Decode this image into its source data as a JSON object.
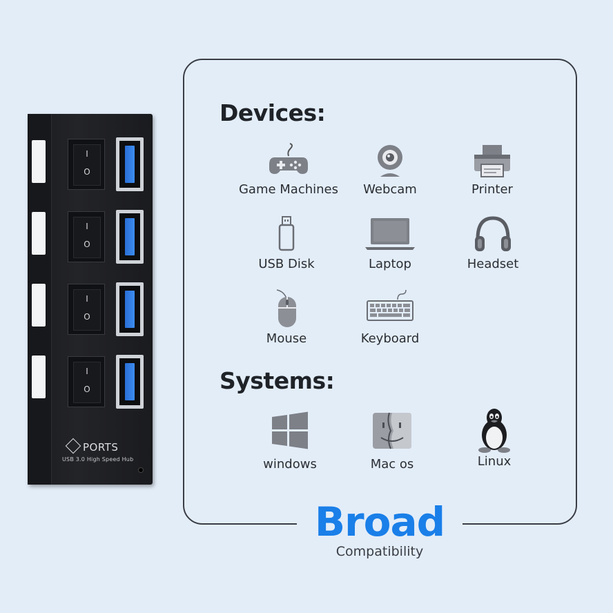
{
  "hub": {
    "brand": "PORTS",
    "subtitle": "USB 3.0 High Speed  Hub",
    "switch_labels": [
      "I",
      "O"
    ]
  },
  "devices": {
    "heading": "Devices:",
    "items": [
      {
        "label": "Game Machines",
        "icon": "gamepad-icon"
      },
      {
        "label": "Webcam",
        "icon": "webcam-icon"
      },
      {
        "label": "Printer",
        "icon": "printer-icon"
      },
      {
        "label": "USB Disk",
        "icon": "usb-disk-icon"
      },
      {
        "label": "Laptop",
        "icon": "laptop-icon"
      },
      {
        "label": "Headset",
        "icon": "headset-icon"
      },
      {
        "label": "Mouse",
        "icon": "mouse-icon"
      },
      {
        "label": "Keyboard",
        "icon": "keyboard-icon"
      }
    ]
  },
  "systems": {
    "heading": "Systems:",
    "items": [
      {
        "label": "windows",
        "icon": "windows-icon"
      },
      {
        "label": "Mac os",
        "icon": "mac-os-icon"
      },
      {
        "label": "Linux",
        "icon": "linux-icon"
      }
    ]
  },
  "footer": {
    "title": "Broad",
    "subtitle": "Compatibility"
  },
  "colors": {
    "background": "#e3edf8",
    "accent": "#1a7fe8",
    "text": "#1f2328"
  }
}
